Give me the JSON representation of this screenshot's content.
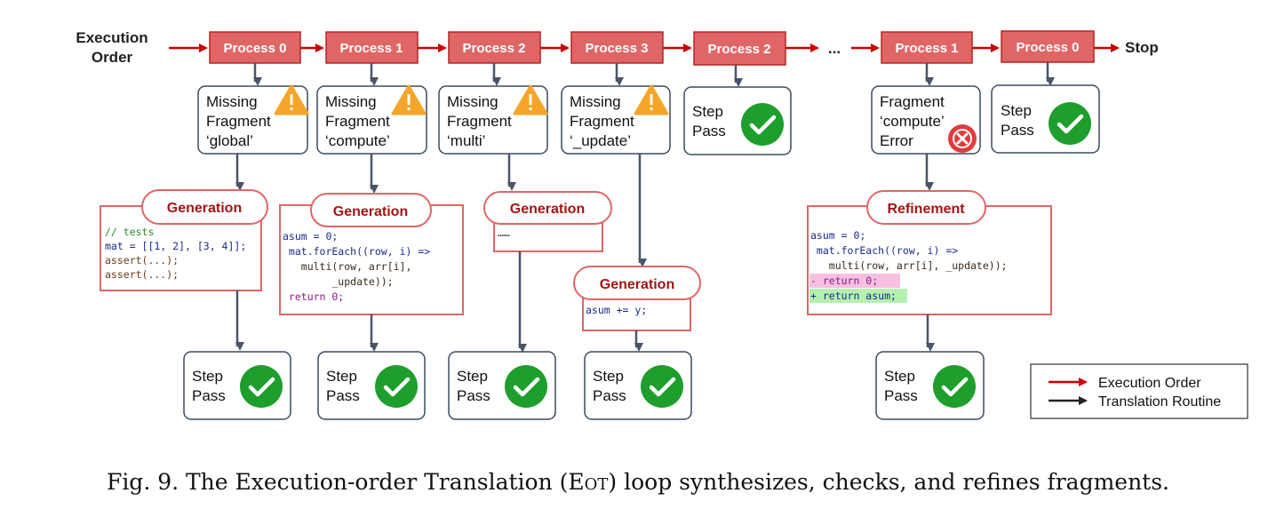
{
  "header": {
    "execution_order_line1": "Execution",
    "execution_order_line2": "Order",
    "dots": "...",
    "stop": "Stop"
  },
  "processes": [
    {
      "label": "Process 0"
    },
    {
      "label": "Process 1"
    },
    {
      "label": "Process 2"
    },
    {
      "label": "Process 3"
    },
    {
      "label": "Process 2"
    },
    {
      "label": "Process 1"
    },
    {
      "label": "Process 0"
    }
  ],
  "status_boxes": [
    {
      "lines": [
        "Missing",
        "Fragment",
        "‘global’"
      ],
      "icon": "warning-icon"
    },
    {
      "lines": [
        "Missing",
        "Fragment",
        "‘compute’"
      ],
      "icon": "warning-icon"
    },
    {
      "lines": [
        "Missing",
        "Fragment",
        "‘multi’"
      ],
      "icon": "warning-icon"
    },
    {
      "lines": [
        "Missing",
        "Fragment",
        "‘_update’"
      ],
      "icon": "warning-icon"
    },
    {
      "lines": [
        "Step",
        "Pass"
      ],
      "icon": "check-icon"
    },
    {
      "lines": [
        "Fragment",
        "‘compute’",
        "Error"
      ],
      "icon": "error-icon"
    },
    {
      "lines": [
        "Step",
        "Pass"
      ],
      "icon": "check-icon"
    }
  ],
  "generation_blocks": [
    {
      "label": "Generation",
      "code": [
        "// tests",
        "mat = [[1, 2], [3, 4]];",
        "assert(...);",
        "assert(...);"
      ]
    },
    {
      "label": "Generation",
      "code": [
        "asum = 0;",
        " mat.forEach((row, i) =>",
        "   multi(row, arr[i],",
        "        _update));",
        " return 0;"
      ]
    },
    {
      "label": "Generation",
      "code": [
        "……"
      ]
    },
    {
      "label": "Generation",
      "code": [
        "asum += y;"
      ]
    },
    {
      "label": "Refinement",
      "code": [
        "asum = 0;",
        " mat.forEach((row, i) =>",
        "   multi(row, arr[i], _update));",
        "- return 0;",
        "+ return asum;"
      ]
    }
  ],
  "bottom_pass_boxes": [
    {
      "lines": [
        "Step",
        "Pass"
      ]
    },
    {
      "lines": [
        "Step",
        "Pass"
      ]
    },
    {
      "lines": [
        "Step",
        "Pass"
      ]
    },
    {
      "lines": [
        "Step",
        "Pass"
      ]
    },
    {
      "lines": [
        "Step",
        "Pass"
      ]
    }
  ],
  "legend": {
    "execution_order": "Execution Order",
    "translation_routine": "Translation Routine"
  },
  "colors": {
    "process_fill": "#e06666",
    "process_stroke": "#b52424",
    "execution_arrow": "#cc0000",
    "routine_arrow": "#4a5568",
    "box_stroke": "#3b4a5e",
    "gen_stroke": "#e06666",
    "gen_text": "#a31515",
    "pass_green": "#1e9e2c",
    "warn_orange": "#f4a62a",
    "error_red": "#e03c3c",
    "diff_remove": "#f8c0e0",
    "diff_add": "#b6f0b0"
  },
  "caption": {
    "prefix": "Fig. 9.  The Execution-order Translation (",
    "abbr": "Eot",
    "suffix": ") loop synthesizes, checks, and refines fragments."
  }
}
